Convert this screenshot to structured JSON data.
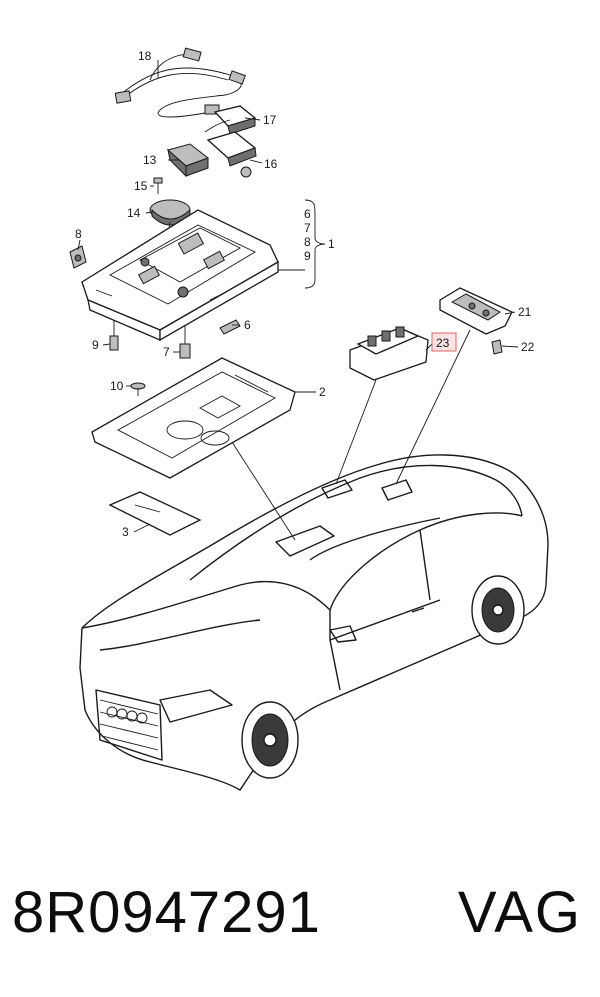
{
  "diagram": {
    "callouts": [
      {
        "id": "c18",
        "label": "18"
      },
      {
        "id": "c17",
        "label": "17"
      },
      {
        "id": "c13",
        "label": "13"
      },
      {
        "id": "c16",
        "label": "16"
      },
      {
        "id": "c15",
        "label": "15"
      },
      {
        "id": "c14",
        "label": "14"
      },
      {
        "id": "c8",
        "label": "8"
      },
      {
        "id": "c6a",
        "label": "6"
      },
      {
        "id": "c7a",
        "label": "7"
      },
      {
        "id": "c8b",
        "label": "8"
      },
      {
        "id": "c9a",
        "label": "9"
      },
      {
        "id": "c1",
        "label": "1"
      },
      {
        "id": "c6b",
        "label": "6"
      },
      {
        "id": "c9b",
        "label": "9"
      },
      {
        "id": "c7b",
        "label": "7"
      },
      {
        "id": "c21",
        "label": "21"
      },
      {
        "id": "c23",
        "label": "23"
      },
      {
        "id": "c22",
        "label": "22"
      },
      {
        "id": "c10",
        "label": "10"
      },
      {
        "id": "c2",
        "label": "2"
      },
      {
        "id": "c3",
        "label": "3"
      }
    ],
    "highlight_color": "#e06666"
  },
  "footer": {
    "part_number": "8R0947291",
    "brand": "VAG"
  }
}
